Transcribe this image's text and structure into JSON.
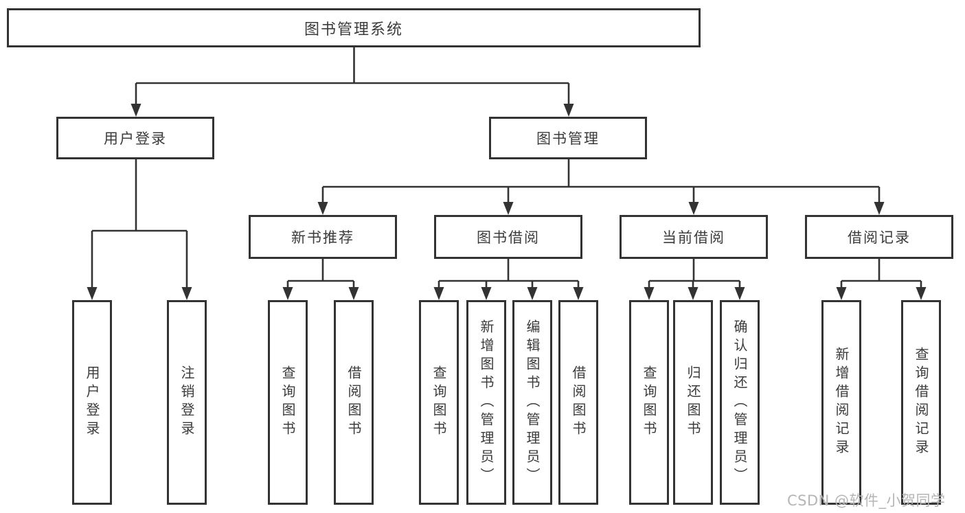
{
  "colors": {
    "line": "#333333",
    "text": "#3b3b3b",
    "background": "#ffffff",
    "watermark": "#b5b5b5"
  },
  "watermark": {
    "text": "CSDN @软件_小贺同学"
  },
  "tree": {
    "root": {
      "label": "图书管理系统"
    },
    "branches": [
      {
        "label": "用户登录",
        "children": [
          {
            "label": "用户登录"
          },
          {
            "label": "注销登录"
          }
        ]
      },
      {
        "label": "图书管理",
        "children": [
          {
            "label": "新书推荐",
            "children": [
              {
                "label": "查询图书"
              },
              {
                "label": "借阅图书"
              }
            ]
          },
          {
            "label": "图书借阅",
            "children": [
              {
                "label": "查询图书"
              },
              {
                "label": "新增图书（管理员）"
              },
              {
                "label": "编辑图书（管理员）"
              },
              {
                "label": "借阅图书"
              }
            ]
          },
          {
            "label": "当前借阅",
            "children": [
              {
                "label": "查询图书"
              },
              {
                "label": "归还图书"
              },
              {
                "label": "确认归还（管理员）"
              }
            ]
          },
          {
            "label": "借阅记录",
            "children": [
              {
                "label": "新增借阅记录"
              },
              {
                "label": "查询借阅记录"
              }
            ]
          }
        ]
      }
    ]
  }
}
